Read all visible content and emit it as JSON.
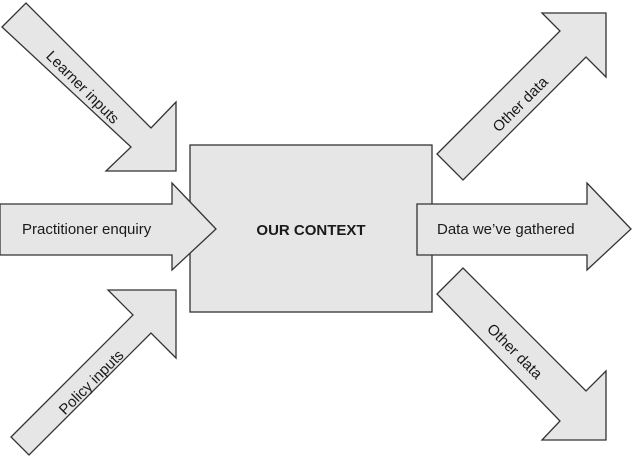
{
  "diagram": {
    "inputs": {
      "learner": "Learner inputs",
      "practitioner": "Practitioner enquiry",
      "policy": "Policy inputs"
    },
    "center": "OUR CONTEXT",
    "outputs": {
      "top": "Other data",
      "middle": "Data we’ve gathered",
      "bottom": "Other data"
    },
    "colors": {
      "fill": "#e6e6e6",
      "stroke": "#333333",
      "text": "#1a1a1a",
      "background": "#ffffff"
    }
  }
}
